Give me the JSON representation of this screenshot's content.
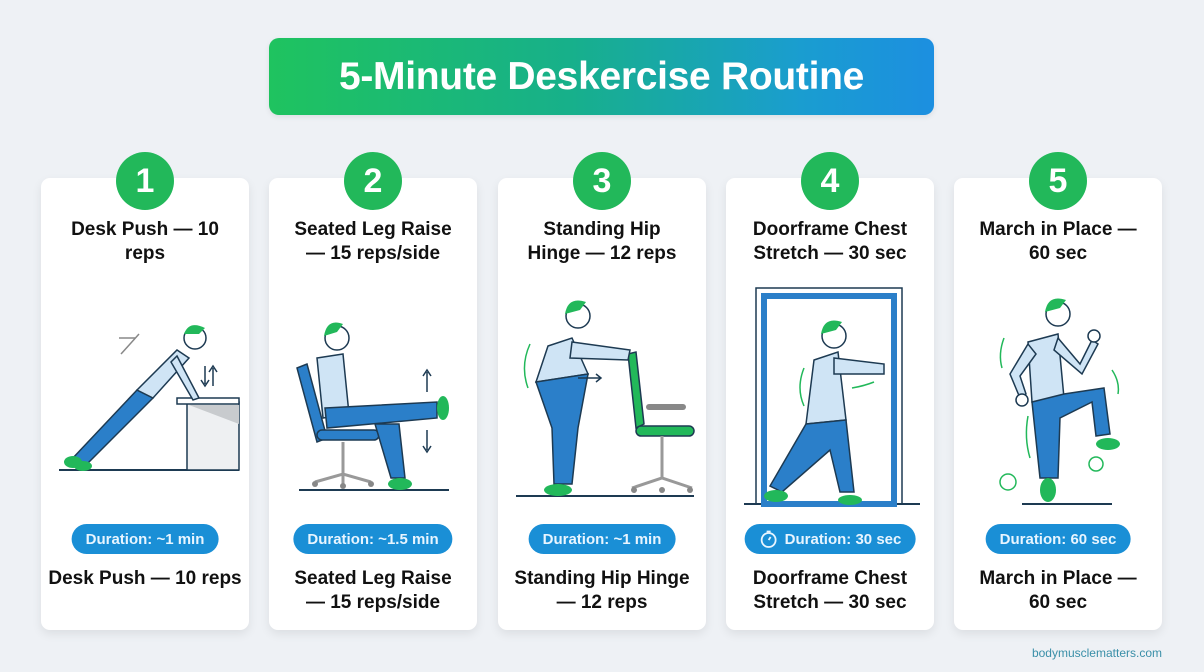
{
  "header": {
    "title": "5-Minute Deskercise Routine"
  },
  "colors": {
    "accent_green": "#22b85a",
    "accent_blue": "#1a8fd6",
    "pants_blue": "#2b7fc9",
    "shirt_light": "#cfe4f5"
  },
  "cards": [
    {
      "number": "1",
      "title": "Desk Push — 10 reps",
      "illustration": "desk-push-figure",
      "duration": "Duration: ~1 min",
      "caption": "Desk Push — 10 reps"
    },
    {
      "number": "2",
      "title": "Seated Leg Raise — 15 reps/side",
      "illustration": "seated-leg-raise-figure",
      "duration": "Duration: ~1.5 min",
      "caption": "Seated Leg Raise — 15 reps/side"
    },
    {
      "number": "3",
      "title": "Standing Hip Hinge — 12 reps",
      "illustration": "hip-hinge-figure",
      "duration": "Duration: ~1 min",
      "caption": "Standing Hip Hinge — 12 reps"
    },
    {
      "number": "4",
      "title": "Doorframe Chest Stretch — 30 sec",
      "illustration": "doorframe-stretch-figure",
      "duration": "Duration: 30 sec",
      "duration_icon": "stopwatch-icon",
      "caption": "Doorframe Chest Stretch — 30 sec"
    },
    {
      "number": "5",
      "title": "March in Place — 60 sec",
      "illustration": "march-in-place-figure",
      "duration": "Duration: 60 sec",
      "caption": "March in Place — 60 sec"
    }
  ],
  "footer": {
    "source": "bodymusclematters.com"
  }
}
